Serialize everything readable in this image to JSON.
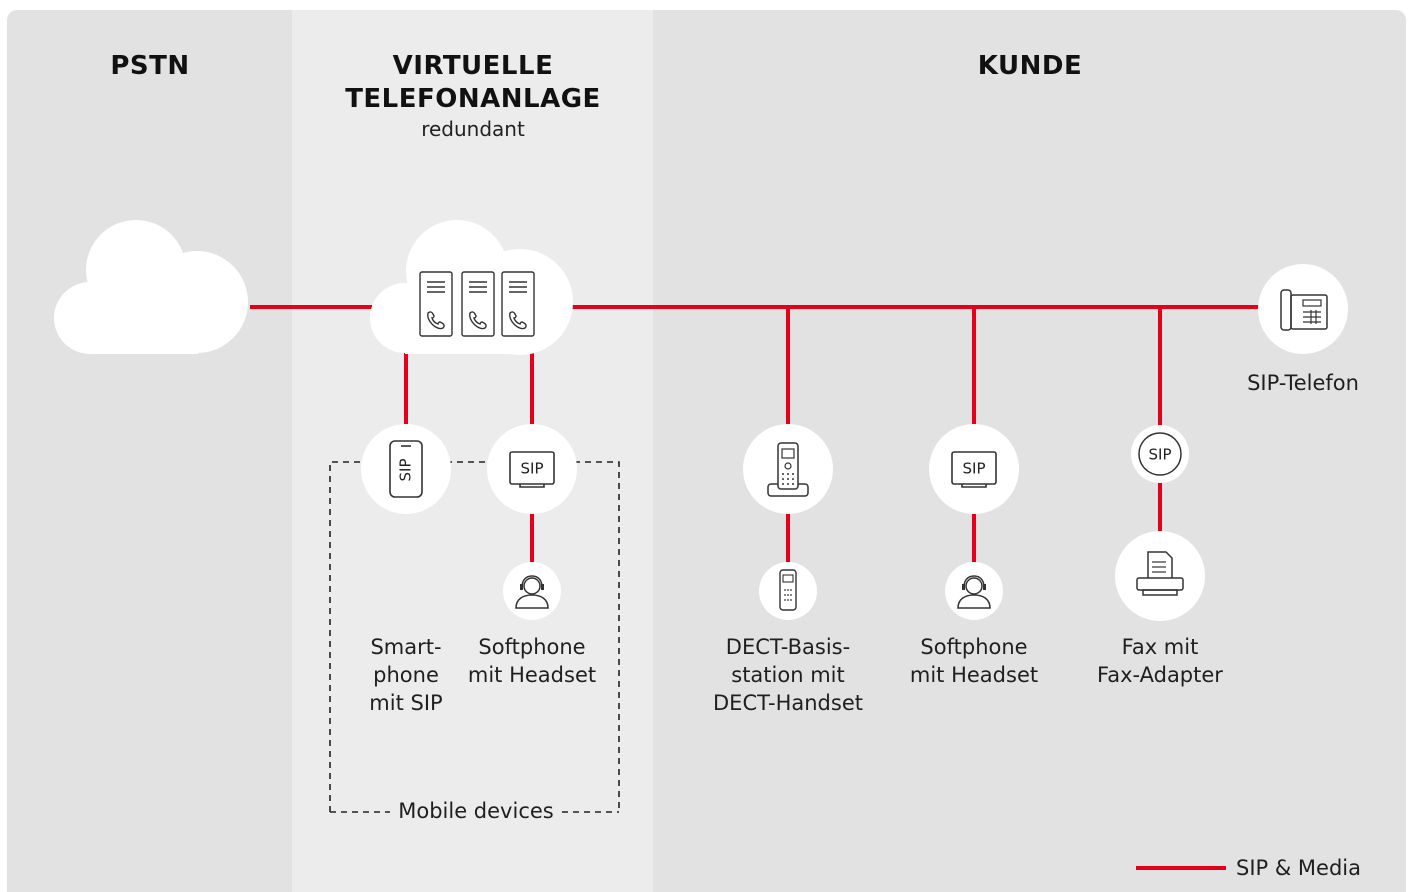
{
  "zones": {
    "pstn": {
      "title": "PSTN"
    },
    "pbx": {
      "title_line1": "VIRTUELLE",
      "title_line2": "TELEFONANLAGE",
      "subtitle": "redundant"
    },
    "kunde": {
      "title": "KUNDE"
    }
  },
  "devices": {
    "smartphone": {
      "line1": "Smart-",
      "line2": "phone",
      "line3": "mit SIP",
      "icon_text": "SIP"
    },
    "softphone_mobile": {
      "line1": "Softphone",
      "line2": "mit Headset",
      "icon_text": "SIP"
    },
    "dect": {
      "line1": "DECT-Basis-",
      "line2": "station mit",
      "line3": "DECT-Handset"
    },
    "softphone_kunde": {
      "line1": "Softphone",
      "line2": "mit Headset",
      "icon_text": "SIP"
    },
    "fax": {
      "line1": "Fax mit",
      "line2": "Fax-Adapter",
      "adapter_text": "SIP"
    },
    "sip_phone": {
      "line1": "SIP-Telefon"
    }
  },
  "mobile_group": {
    "label": "Mobile devices"
  },
  "legend": {
    "label": "SIP & Media",
    "color": "#e2001a"
  },
  "colors": {
    "line": "#e2001a",
    "panel_dark": "#e2e2e2",
    "panel_light": "#ececec",
    "circle": "#ffffff",
    "icon_stroke": "#333333"
  }
}
